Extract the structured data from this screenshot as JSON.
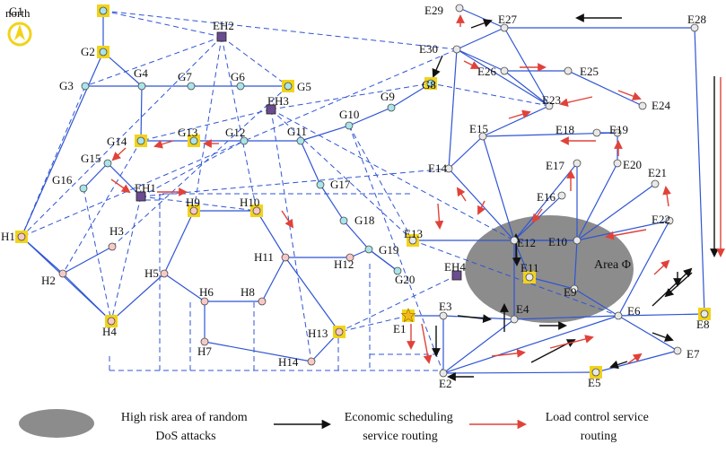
{
  "compass": {
    "label": "north",
    "color": "#f2d31b"
  },
  "colors": {
    "grid_line": "#2f55d4",
    "economic_route": "#111111",
    "load_route": "#e0423a",
    "node_fill": "#a9e4ea",
    "node_stroke": "#4a4a4a",
    "highlight": "#f2d31b",
    "hub_fill": "#6b4c8f",
    "h_node_fill": "#f7c9c6",
    "risk_area": "#8c8c8c"
  },
  "risk_area_label": "Area Φ",
  "nodes": [
    {
      "id": "G1",
      "label": "G1",
      "kind": "g",
      "hl": true
    },
    {
      "id": "G2",
      "label": "G2",
      "kind": "g",
      "hl": true
    },
    {
      "id": "G3",
      "label": "G3",
      "kind": "g",
      "hl": false
    },
    {
      "id": "G4",
      "label": "G4",
      "kind": "g",
      "hl": false
    },
    {
      "id": "G5",
      "label": "G5",
      "kind": "g",
      "hl": true
    },
    {
      "id": "G6",
      "label": "G6",
      "kind": "g",
      "hl": false
    },
    {
      "id": "G7",
      "label": "G7",
      "kind": "g",
      "hl": false
    },
    {
      "id": "G8",
      "label": "G8",
      "kind": "g",
      "hl": true
    },
    {
      "id": "G9",
      "label": "G9",
      "kind": "g",
      "hl": false
    },
    {
      "id": "G10",
      "label": "G10",
      "kind": "g",
      "hl": false
    },
    {
      "id": "G11",
      "label": "G11",
      "kind": "g",
      "hl": false
    },
    {
      "id": "G12",
      "label": "G12",
      "kind": "g",
      "hl": false
    },
    {
      "id": "G13",
      "label": "G13",
      "kind": "g",
      "hl": true
    },
    {
      "id": "G14",
      "label": "G14",
      "kind": "g",
      "hl": true
    },
    {
      "id": "G15",
      "label": "G15",
      "kind": "g",
      "hl": false
    },
    {
      "id": "G16",
      "label": "G16",
      "kind": "g",
      "hl": false
    },
    {
      "id": "G17",
      "label": "G17",
      "kind": "g",
      "hl": false
    },
    {
      "id": "G18",
      "label": "G18",
      "kind": "g",
      "hl": false
    },
    {
      "id": "G19",
      "label": "G19",
      "kind": "g",
      "hl": false
    },
    {
      "id": "G20",
      "label": "G20",
      "kind": "g",
      "hl": false
    },
    {
      "id": "EH1",
      "label": "EH1",
      "kind": "hub",
      "hl": false
    },
    {
      "id": "EH2",
      "label": "EH2",
      "kind": "hub",
      "hl": false
    },
    {
      "id": "EH3",
      "label": "EH3",
      "kind": "hub",
      "hl": false
    },
    {
      "id": "EH4",
      "label": "EH4",
      "kind": "hub",
      "hl": false
    },
    {
      "id": "H1",
      "label": "H1",
      "kind": "h",
      "hl": true
    },
    {
      "id": "H2",
      "label": "H2",
      "kind": "h",
      "hl": false
    },
    {
      "id": "H3",
      "label": "H3",
      "kind": "h",
      "hl": false
    },
    {
      "id": "H4",
      "label": "H4",
      "kind": "h",
      "hl": true
    },
    {
      "id": "H5",
      "label": "H5",
      "kind": "h",
      "hl": false
    },
    {
      "id": "H6",
      "label": "H6",
      "kind": "h",
      "hl": false
    },
    {
      "id": "H7",
      "label": "H7",
      "kind": "h",
      "hl": false
    },
    {
      "id": "H8",
      "label": "H8",
      "kind": "h",
      "hl": false
    },
    {
      "id": "H9",
      "label": "H9",
      "kind": "h",
      "hl": true
    },
    {
      "id": "H10",
      "label": "H10",
      "kind": "h",
      "hl": true
    },
    {
      "id": "H11",
      "label": "H11",
      "kind": "h",
      "hl": false
    },
    {
      "id": "H12",
      "label": "H12",
      "kind": "h",
      "hl": false
    },
    {
      "id": "H13",
      "label": "H13",
      "kind": "h",
      "hl": true
    },
    {
      "id": "H14",
      "label": "H14",
      "kind": "h",
      "hl": false
    },
    {
      "id": "E1",
      "label": "E1",
      "kind": "star",
      "hl": true
    },
    {
      "id": "E2",
      "label": "E2",
      "kind": "e",
      "hl": false
    },
    {
      "id": "E3",
      "label": "E3",
      "kind": "e",
      "hl": false
    },
    {
      "id": "E4",
      "label": "E4",
      "kind": "e",
      "hl": false
    },
    {
      "id": "E5",
      "label": "E5",
      "kind": "e",
      "hl": true
    },
    {
      "id": "E6",
      "label": "E6",
      "kind": "e",
      "hl": false
    },
    {
      "id": "E7",
      "label": "E7",
      "kind": "e",
      "hl": false
    },
    {
      "id": "E8",
      "label": "E8",
      "kind": "e",
      "hl": true
    },
    {
      "id": "E9",
      "label": "E9",
      "kind": "e",
      "hl": false
    },
    {
      "id": "E10",
      "label": "E10",
      "kind": "e",
      "hl": false
    },
    {
      "id": "E11",
      "label": "E11",
      "kind": "e",
      "hl": true
    },
    {
      "id": "E12",
      "label": "E12",
      "kind": "e",
      "hl": false
    },
    {
      "id": "E13",
      "label": "E13",
      "kind": "e",
      "hl": true
    },
    {
      "id": "E14",
      "label": "E14",
      "kind": "e",
      "hl": false
    },
    {
      "id": "E15",
      "label": "E15",
      "kind": "e",
      "hl": false
    },
    {
      "id": "E16",
      "label": "E16",
      "kind": "e",
      "hl": false
    },
    {
      "id": "E17",
      "label": "E17",
      "kind": "e",
      "hl": false
    },
    {
      "id": "E18",
      "label": "E18",
      "kind": "e",
      "hl": false
    },
    {
      "id": "E19",
      "label": "E19",
      "kind": "e",
      "hl": false
    },
    {
      "id": "E20",
      "label": "E20",
      "kind": "e",
      "hl": false
    },
    {
      "id": "E21",
      "label": "E21",
      "kind": "e",
      "hl": false
    },
    {
      "id": "E22",
      "label": "E22",
      "kind": "e",
      "hl": false
    },
    {
      "id": "E23",
      "label": "E23",
      "kind": "e",
      "hl": false
    },
    {
      "id": "E24",
      "label": "E24",
      "kind": "e",
      "hl": false
    },
    {
      "id": "E25",
      "label": "E25",
      "kind": "e",
      "hl": false
    },
    {
      "id": "E26",
      "label": "E26",
      "kind": "e",
      "hl": false
    },
    {
      "id": "E27",
      "label": "E27",
      "kind": "e",
      "hl": false
    },
    {
      "id": "E28",
      "label": "E28",
      "kind": "e",
      "hl": false
    },
    {
      "id": "E29",
      "label": "E29",
      "kind": "e",
      "hl": false
    },
    {
      "id": "E30",
      "label": "E30",
      "kind": "e",
      "hl": false
    }
  ],
  "solid_edges": [
    [
      "G1",
      "G2"
    ],
    [
      "G2",
      "G4"
    ],
    [
      "G3",
      "G4"
    ],
    [
      "G4",
      "G7"
    ],
    [
      "G7",
      "G6"
    ],
    [
      "G6",
      "G5"
    ],
    [
      "G4",
      "G14"
    ],
    [
      "G14",
      "G13"
    ],
    [
      "G13",
      "G12"
    ],
    [
      "G12",
      "G11"
    ],
    [
      "G11",
      "G10"
    ],
    [
      "G10",
      "G9"
    ],
    [
      "G9",
      "G8"
    ],
    [
      "G11",
      "G17"
    ],
    [
      "G17",
      "G18"
    ],
    [
      "G18",
      "G19"
    ],
    [
      "G19",
      "G20"
    ],
    [
      "G16",
      "G15"
    ],
    [
      "G15",
      "EH1"
    ],
    [
      "H1",
      "H2"
    ],
    [
      "H2",
      "H4"
    ],
    [
      "H2",
      "H3"
    ],
    [
      "H1",
      "G2"
    ],
    [
      "H1",
      "H4"
    ],
    [
      "H9",
      "H5"
    ],
    [
      "H5",
      "H4"
    ],
    [
      "H5",
      "H6"
    ],
    [
      "H6",
      "H8"
    ],
    [
      "H6",
      "H7"
    ],
    [
      "H7",
      "H14"
    ],
    [
      "H14",
      "H13"
    ],
    [
      "H10",
      "H11"
    ],
    [
      "H11",
      "H12"
    ],
    [
      "H11",
      "H8"
    ],
    [
      "H11",
      "H13"
    ],
    [
      "H12",
      "G19"
    ],
    [
      "G20",
      "G19"
    ],
    [
      "H10",
      "H9"
    ],
    [
      "E1",
      "E3"
    ],
    [
      "E3",
      "E2"
    ],
    [
      "E2",
      "E5"
    ],
    [
      "E5",
      "E7"
    ],
    [
      "E7",
      "E6"
    ],
    [
      "E6",
      "E2"
    ],
    [
      "E2",
      "E4"
    ],
    [
      "E6",
      "E8"
    ],
    [
      "E8",
      "E28"
    ],
    [
      "E28",
      "E27"
    ],
    [
      "E27",
      "E29"
    ],
    [
      "E27",
      "E30"
    ],
    [
      "E27",
      "E23"
    ],
    [
      "E30",
      "E26"
    ],
    [
      "E26",
      "E25"
    ],
    [
      "E25",
      "E24"
    ],
    [
      "E26",
      "E23"
    ],
    [
      "E23",
      "E15"
    ],
    [
      "E15",
      "E14"
    ],
    [
      "E14",
      "E12"
    ],
    [
      "E15",
      "E12"
    ],
    [
      "E14",
      "E30"
    ],
    [
      "E15",
      "E19"
    ],
    [
      "E18",
      "E19"
    ],
    [
      "E19",
      "E20"
    ],
    [
      "E20",
      "E10"
    ],
    [
      "E17",
      "E10"
    ],
    [
      "E16",
      "E12"
    ],
    [
      "E12",
      "E17"
    ],
    [
      "E12",
      "E4"
    ],
    [
      "E12",
      "E11"
    ],
    [
      "E12",
      "E10"
    ],
    [
      "E10",
      "E21"
    ],
    [
      "E10",
      "E22"
    ],
    [
      "E10",
      "E9"
    ],
    [
      "E11",
      "E9"
    ],
    [
      "E9",
      "E6"
    ],
    [
      "E4",
      "E6"
    ],
    [
      "E6",
      "E22"
    ],
    [
      "E13",
      "E12"
    ],
    [
      "E3",
      "E4"
    ],
    [
      "E12",
      "E10"
    ],
    [
      "E30",
      "E23"
    ]
  ],
  "dashed_edges": [
    [
      "G1",
      "EH2"
    ],
    [
      "G1",
      "E30"
    ],
    [
      "EH2",
      "G5"
    ],
    [
      "EH2",
      "H10"
    ],
    [
      "EH2",
      "H9"
    ],
    [
      "EH2",
      "G3"
    ],
    [
      "EH2",
      "H1"
    ],
    [
      "G5",
      "H3"
    ],
    [
      "EH3",
      "G14"
    ],
    [
      "EH3",
      "G8"
    ],
    [
      "EH3",
      "H14"
    ],
    [
      "EH3",
      "E12"
    ],
    [
      "EH3",
      "E13"
    ],
    [
      "E30",
      "H1"
    ],
    [
      "EH1",
      "G12"
    ],
    [
      "EH1",
      "H4"
    ],
    [
      "EH1",
      "H10"
    ],
    [
      "EH1",
      "E14"
    ],
    [
      "G3",
      "H1"
    ],
    [
      "G16",
      "H4"
    ],
    [
      "G14",
      "H2"
    ],
    [
      "G10",
      "E2"
    ],
    [
      "G10",
      "E13"
    ],
    [
      "EH4",
      "H13"
    ],
    [
      "E1",
      "H13"
    ],
    [
      "E23",
      "G8"
    ],
    [
      "E13",
      "E6"
    ]
  ],
  "rect_dashes": [
    "M 122,413 L 122,395 M 122,413 L 492,413",
    "M 178,413 L 178,216 L 460,216",
    "M 212,413 L 212,334",
    "M 283,413 L 283,334",
    "M 377,413 L 377,370",
    "M 412,410 L 412,292",
    "M 412,395 L 490,395",
    "M 162,223 L 178,223",
    "M 178,216 L 178,240"
  ],
  "economic_arrows": [
    [
      693,
      20,
      643,
      20
    ],
    [
      525,
      31,
      547,
      23
    ],
    [
      493,
      62,
      483,
      85
    ],
    [
      575,
      290,
      575,
      262
    ],
    [
      562,
      370,
      562,
      340
    ],
    [
      510,
      352,
      546,
      356
    ],
    [
      486,
      363,
      486,
      396
    ],
    [
      601,
      363,
      630,
      363
    ],
    [
      755,
      303,
      755,
      318
    ],
    [
      771,
      304,
      742,
      330
    ],
    [
      727,
      341,
      770,
      300
    ],
    [
      592,
      404,
      640,
      379
    ],
    [
      699,
      403,
      681,
      409
    ],
    [
      727,
      371,
      749,
      379
    ],
    [
      575,
      262,
      576,
      295
    ],
    [
      528,
      420,
      500,
      420
    ],
    [
      796,
      85,
      796,
      285
    ]
  ],
  "load_arrows": [
    [
      513,
      30,
      513,
      18
    ],
    [
      517,
      68,
      533,
      76
    ],
    [
      579,
      75,
      607,
      75
    ],
    [
      660,
      108,
      625,
      116
    ],
    [
      567,
      132,
      590,
      125
    ],
    [
      689,
      101,
      713,
      110
    ],
    [
      664,
      157,
      626,
      157
    ],
    [
      689,
      174,
      689,
      158
    ],
    [
      636,
      213,
      636,
      191
    ],
    [
      745,
      230,
      742,
      209
    ],
    [
      720,
      256,
      676,
      264
    ],
    [
      604,
      233,
      594,
      247
    ],
    [
      540,
      224,
      533,
      238
    ],
    [
      519,
      224,
      510,
      210
    ],
    [
      488,
      227,
      490,
      254
    ],
    [
      458,
      361,
      458,
      388
    ],
    [
      470,
      361,
      478,
      404
    ],
    [
      548,
      397,
      584,
      393
    ],
    [
      613,
      388,
      660,
      376
    ],
    [
      700,
      405,
      714,
      395
    ],
    [
      729,
      306,
      745,
      291
    ],
    [
      314,
      235,
      326,
      253
    ],
    [
      244,
      160,
      228,
      160
    ],
    [
      193,
      157,
      173,
      163
    ],
    [
      140,
      165,
      126,
      178
    ],
    [
      124,
      200,
      144,
      214
    ],
    [
      175,
      214,
      207,
      214
    ],
    [
      803,
      86,
      803,
      285
    ]
  ],
  "legend": {
    "risk_label": "High risk area of random DoS attacks",
    "economic_label": "Economic scheduling service routing",
    "load_label": "Load control service routing"
  }
}
